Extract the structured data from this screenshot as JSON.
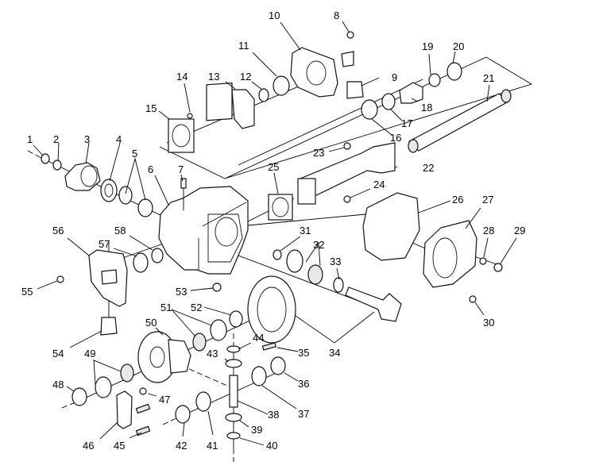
{
  "diagram": {
    "type": "exploded-parts-view",
    "subject": "rear axle differential assembly",
    "background_color": "#ffffff",
    "line_color": "#000000",
    "callouts": [
      {
        "id": "1",
        "label": "1"
      },
      {
        "id": "2",
        "label": "2"
      },
      {
        "id": "3",
        "label": "3"
      },
      {
        "id": "4",
        "label": "4"
      },
      {
        "id": "5",
        "label": "5"
      },
      {
        "id": "6",
        "label": "6"
      },
      {
        "id": "7",
        "label": "7"
      },
      {
        "id": "8",
        "label": "8"
      },
      {
        "id": "9",
        "label": "9"
      },
      {
        "id": "10",
        "label": "10"
      },
      {
        "id": "11",
        "label": "11"
      },
      {
        "id": "12",
        "label": "12"
      },
      {
        "id": "13",
        "label": "13"
      },
      {
        "id": "14",
        "label": "14"
      },
      {
        "id": "15",
        "label": "15"
      },
      {
        "id": "16",
        "label": "16"
      },
      {
        "id": "17",
        "label": "17"
      },
      {
        "id": "18",
        "label": "18"
      },
      {
        "id": "19",
        "label": "19"
      },
      {
        "id": "20",
        "label": "20"
      },
      {
        "id": "21",
        "label": "21"
      },
      {
        "id": "22",
        "label": "22"
      },
      {
        "id": "23",
        "label": "23"
      },
      {
        "id": "24",
        "label": "24"
      },
      {
        "id": "25",
        "label": "25"
      },
      {
        "id": "26",
        "label": "26"
      },
      {
        "id": "27",
        "label": "27"
      },
      {
        "id": "28",
        "label": "28"
      },
      {
        "id": "29",
        "label": "29"
      },
      {
        "id": "30",
        "label": "30"
      },
      {
        "id": "31",
        "label": "31"
      },
      {
        "id": "32",
        "label": "32"
      },
      {
        "id": "33",
        "label": "33"
      },
      {
        "id": "34",
        "label": "34"
      },
      {
        "id": "35",
        "label": "35"
      },
      {
        "id": "36",
        "label": "36"
      },
      {
        "id": "37",
        "label": "37"
      },
      {
        "id": "38",
        "label": "38"
      },
      {
        "id": "39",
        "label": "39"
      },
      {
        "id": "40",
        "label": "40"
      },
      {
        "id": "41",
        "label": "41"
      },
      {
        "id": "42",
        "label": "42"
      },
      {
        "id": "43",
        "label": "43"
      },
      {
        "id": "44",
        "label": "44"
      },
      {
        "id": "45",
        "label": "45"
      },
      {
        "id": "46",
        "label": "46"
      },
      {
        "id": "47",
        "label": "47"
      },
      {
        "id": "48",
        "label": "48"
      },
      {
        "id": "49",
        "label": "49"
      },
      {
        "id": "50",
        "label": "50"
      },
      {
        "id": "51",
        "label": "51"
      },
      {
        "id": "52",
        "label": "52"
      },
      {
        "id": "53",
        "label": "53"
      },
      {
        "id": "54",
        "label": "54"
      },
      {
        "id": "55",
        "label": "55"
      },
      {
        "id": "56",
        "label": "56"
      },
      {
        "id": "57",
        "label": "57"
      },
      {
        "id": "58",
        "label": "58"
      }
    ]
  }
}
